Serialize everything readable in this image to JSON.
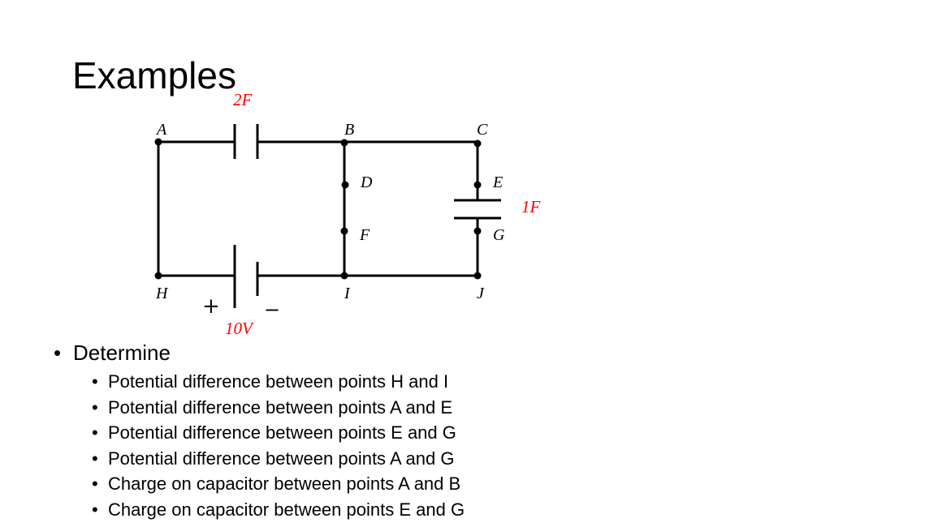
{
  "slide": {
    "title": "Examples",
    "circuit": {
      "nodes": [
        "A",
        "B",
        "C",
        "D",
        "E",
        "F",
        "G",
        "H",
        "I",
        "J"
      ],
      "capacitor_top": "2F",
      "capacitor_right": "1F",
      "battery": "10V",
      "battery_plus": "+",
      "battery_minus": "−",
      "label_color": "#ff0000"
    },
    "bullets": {
      "main": "Determine",
      "items": [
        "Potential difference between points H and I",
        "Potential difference between points A and E",
        "Potential difference between points E and G",
        "Potential difference between points A and G",
        "Charge on capacitor between points A and B",
        "Charge on capacitor between points E and G"
      ]
    }
  }
}
